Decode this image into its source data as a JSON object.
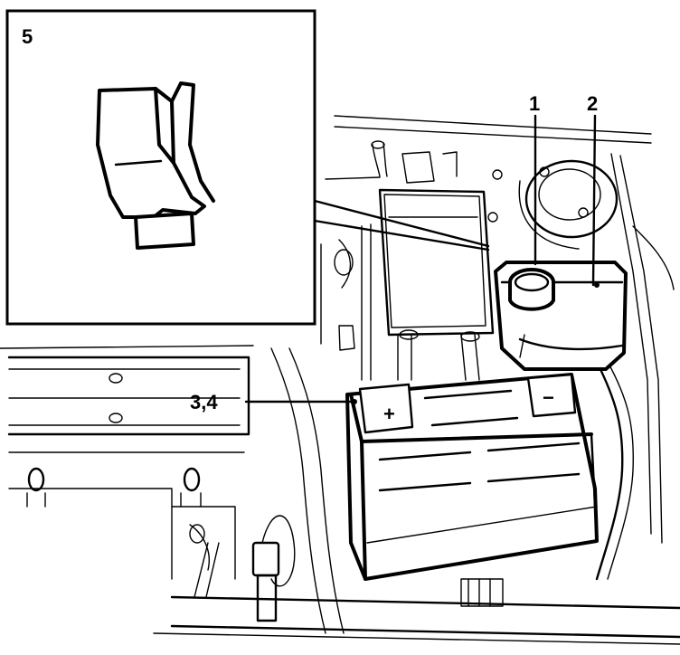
{
  "callouts": {
    "part_1": "1",
    "part_2": "2",
    "part_3_4": "3,4",
    "inset_5": "5"
  },
  "battery": {
    "plus_symbol": "+",
    "minus_symbol": "−"
  }
}
